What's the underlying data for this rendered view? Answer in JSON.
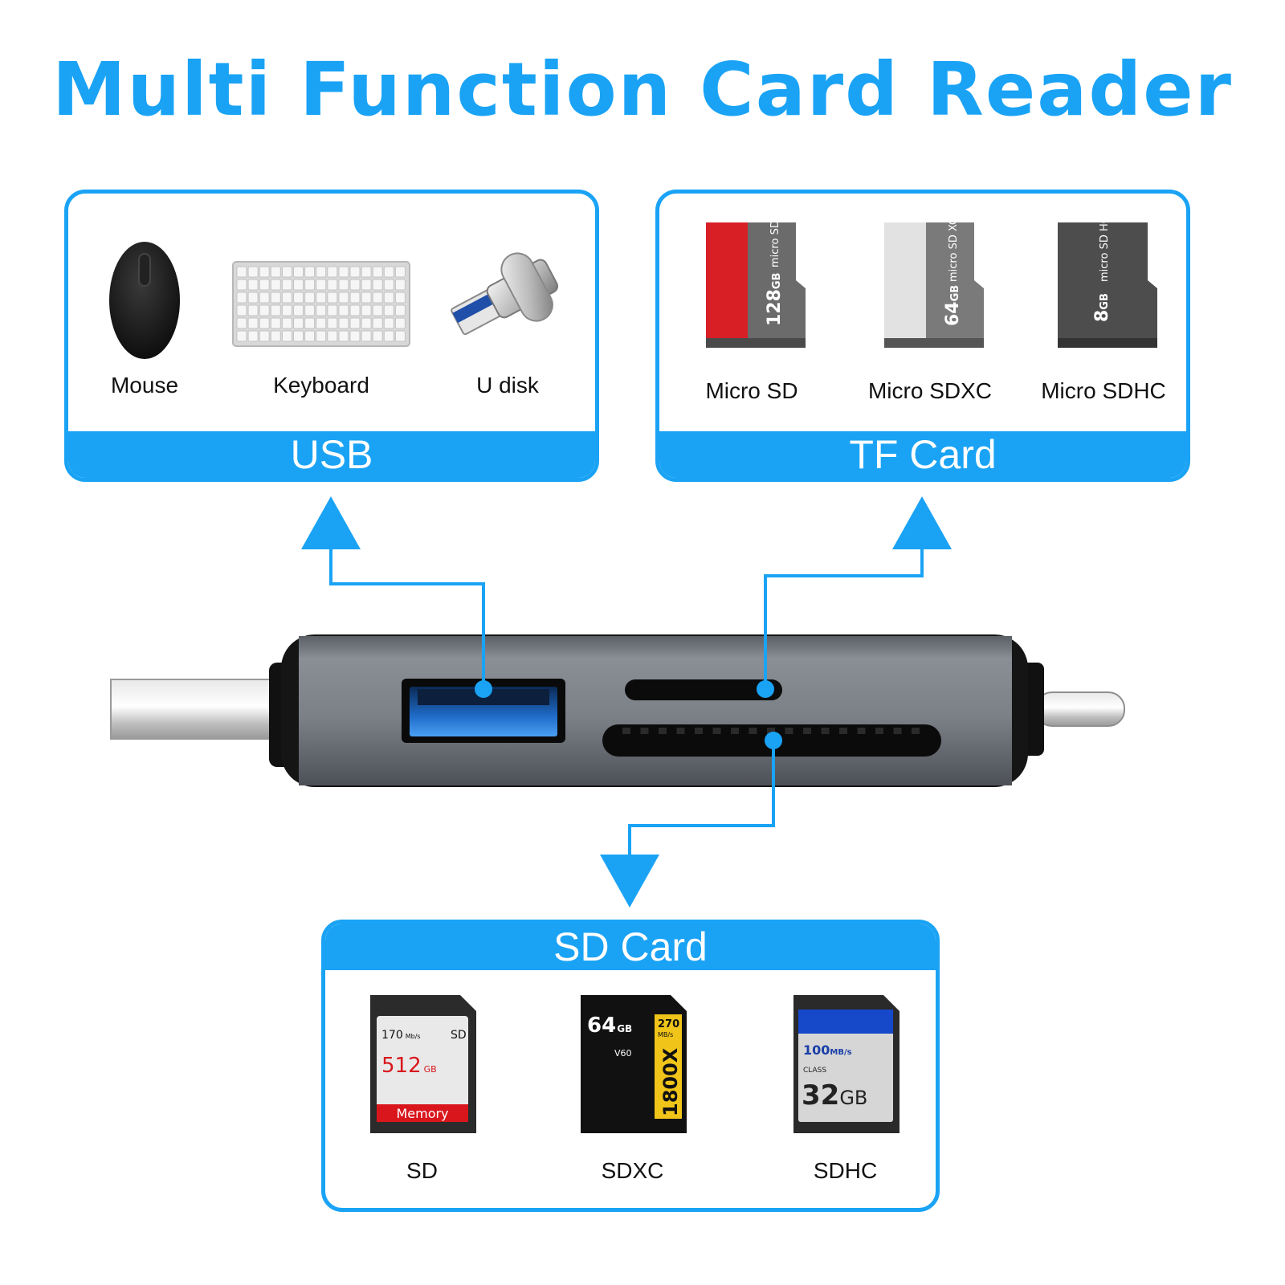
{
  "title": "Multi Function Card Reader",
  "colors": {
    "accent": "#1aa3f5",
    "title": "#1aa3f5"
  },
  "usb": {
    "label": "USB",
    "items": [
      {
        "label": "Mouse",
        "icon": "mouse-icon"
      },
      {
        "label": "Keyboard",
        "icon": "keyboard-icon"
      },
      {
        "label": "U disk",
        "icon": "usb-drive-icon"
      }
    ]
  },
  "tf": {
    "label": "TF Card",
    "items": [
      {
        "label": "Micro SD",
        "icon": "micro-sd-card-icon",
        "capacity": "128",
        "unit": "GB",
        "brand": "micro SD"
      },
      {
        "label": "Micro SDXC",
        "icon": "micro-sdxc-card-icon",
        "capacity": "64",
        "unit": "GB",
        "brand": "micro SD XC I"
      },
      {
        "label": "Micro SDHC",
        "icon": "micro-sdhc-card-icon",
        "capacity": "8",
        "unit": "GB",
        "brand": "micro SD HC I"
      }
    ]
  },
  "sd": {
    "label": "SD Card",
    "items": [
      {
        "label": "SD",
        "icon": "sd-card-icon",
        "speed": "170",
        "speed_unit": "Mb/s",
        "type": "SD",
        "capacity": "512",
        "unit": "GB",
        "brand": "Memory"
      },
      {
        "label": "SDXC",
        "icon": "sdxc-card-icon",
        "capacity": "64",
        "unit": "GB",
        "speed": "270",
        "speed_unit": "MB/s",
        "rating": "1800X",
        "class": "V60"
      },
      {
        "label": "SDHC",
        "icon": "sdhc-card-icon",
        "speed": "100",
        "speed_unit": "MB/s",
        "class": "CLASS",
        "capacity": "32",
        "unit": "GB"
      }
    ]
  }
}
